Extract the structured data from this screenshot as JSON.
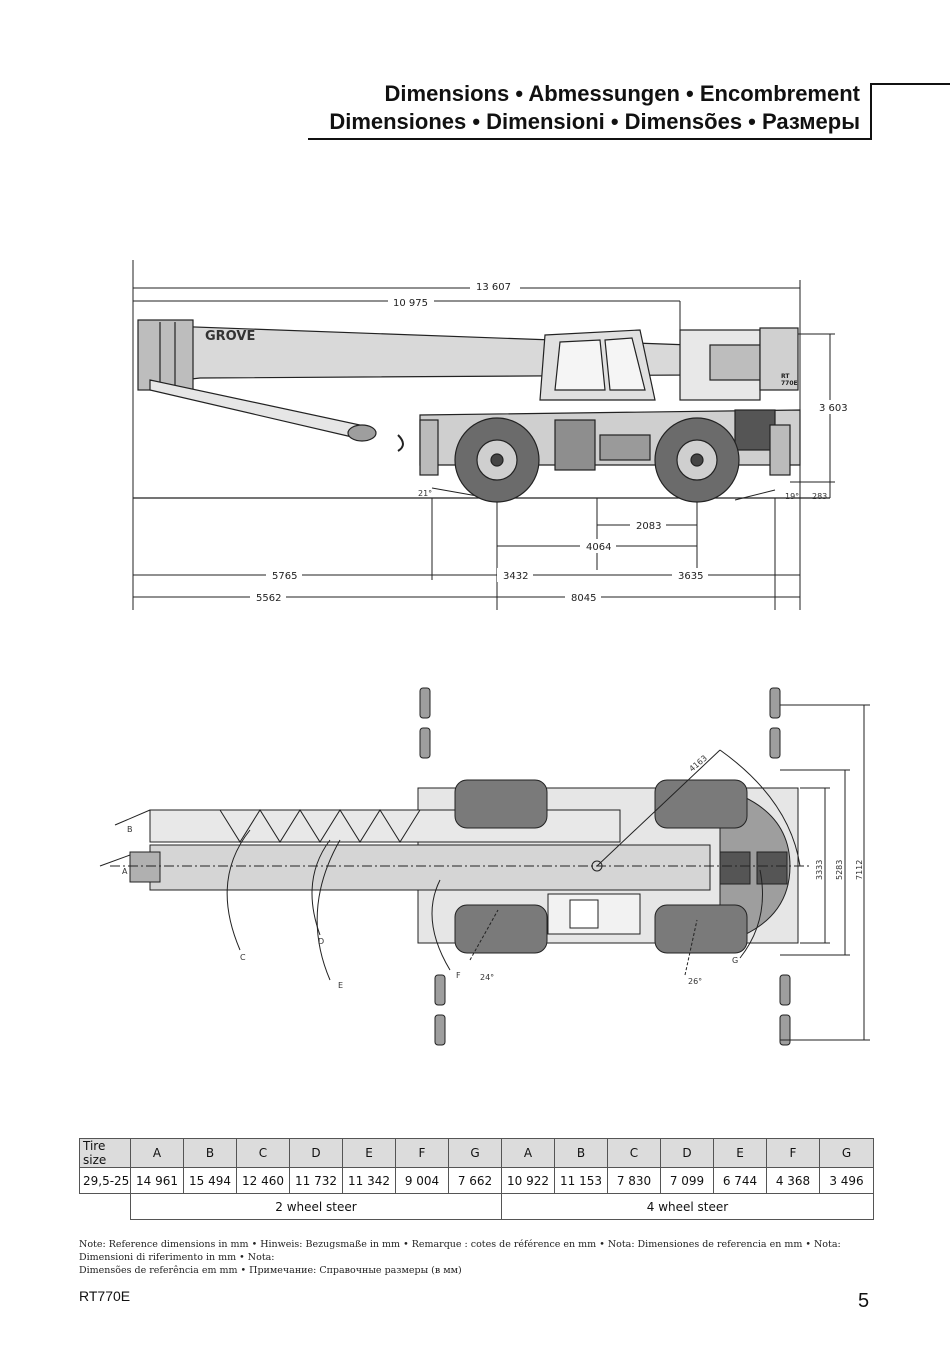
{
  "header": {
    "title_line1": "Dimensions • Abmessungen • Encombrement",
    "title_line2": "Dimensiones • Dimensioni • Dimensões • Размеры"
  },
  "side_view": {
    "logo_text": "GROVE",
    "model_badge_line1": "RT",
    "model_badge_line2": "770E",
    "dims": {
      "overall_length": "13 607",
      "boom_length": "10 975",
      "height": "3 603",
      "front_angle": "21°",
      "rear_angle": "19°",
      "rear_clearance": "283",
      "d2083": "2083",
      "d4064": "4064",
      "d5765": "5765",
      "d3432": "3432",
      "d3635": "3635",
      "d5562": "5562",
      "d8045": "8045"
    }
  },
  "top_view": {
    "dims": {
      "radius": "4163",
      "w3333": "3333",
      "w5283": "5283",
      "w7112": "7112",
      "angle_front": "24°",
      "angle_rear": "26°"
    },
    "labels": {
      "a": "A",
      "b": "B",
      "c": "C",
      "d": "D",
      "e": "E",
      "f": "F",
      "g": "G"
    }
  },
  "table": {
    "header": [
      "Tire size",
      "A",
      "B",
      "C",
      "D",
      "E",
      "F",
      "G",
      "A",
      "B",
      "C",
      "D",
      "E",
      "F",
      "G"
    ],
    "row": [
      "29,5-25",
      "14 961",
      "15 494",
      "12 460",
      "11 732",
      "11 342",
      "9 004",
      "7 662",
      "10 922",
      "11 153",
      "7 830",
      "7 099",
      "6 744",
      "4 368",
      "3 496"
    ],
    "group_2ws": "2 wheel steer",
    "group_4ws": "4 wheel steer"
  },
  "note_line1": "Note: Reference dimensions in mm • Hinweis: Bezugsmaße in mm • Remarque : cotes de référence en mm • Nota: Dimensiones de referencia en mm • Nota: Dimensioni di riferimento in mm •  Nota:",
  "note_line2": "Dimensões de referência em mm • Примечание: Справочные размеры (в мм)",
  "footer": {
    "model": "RT770E",
    "page": "5"
  }
}
